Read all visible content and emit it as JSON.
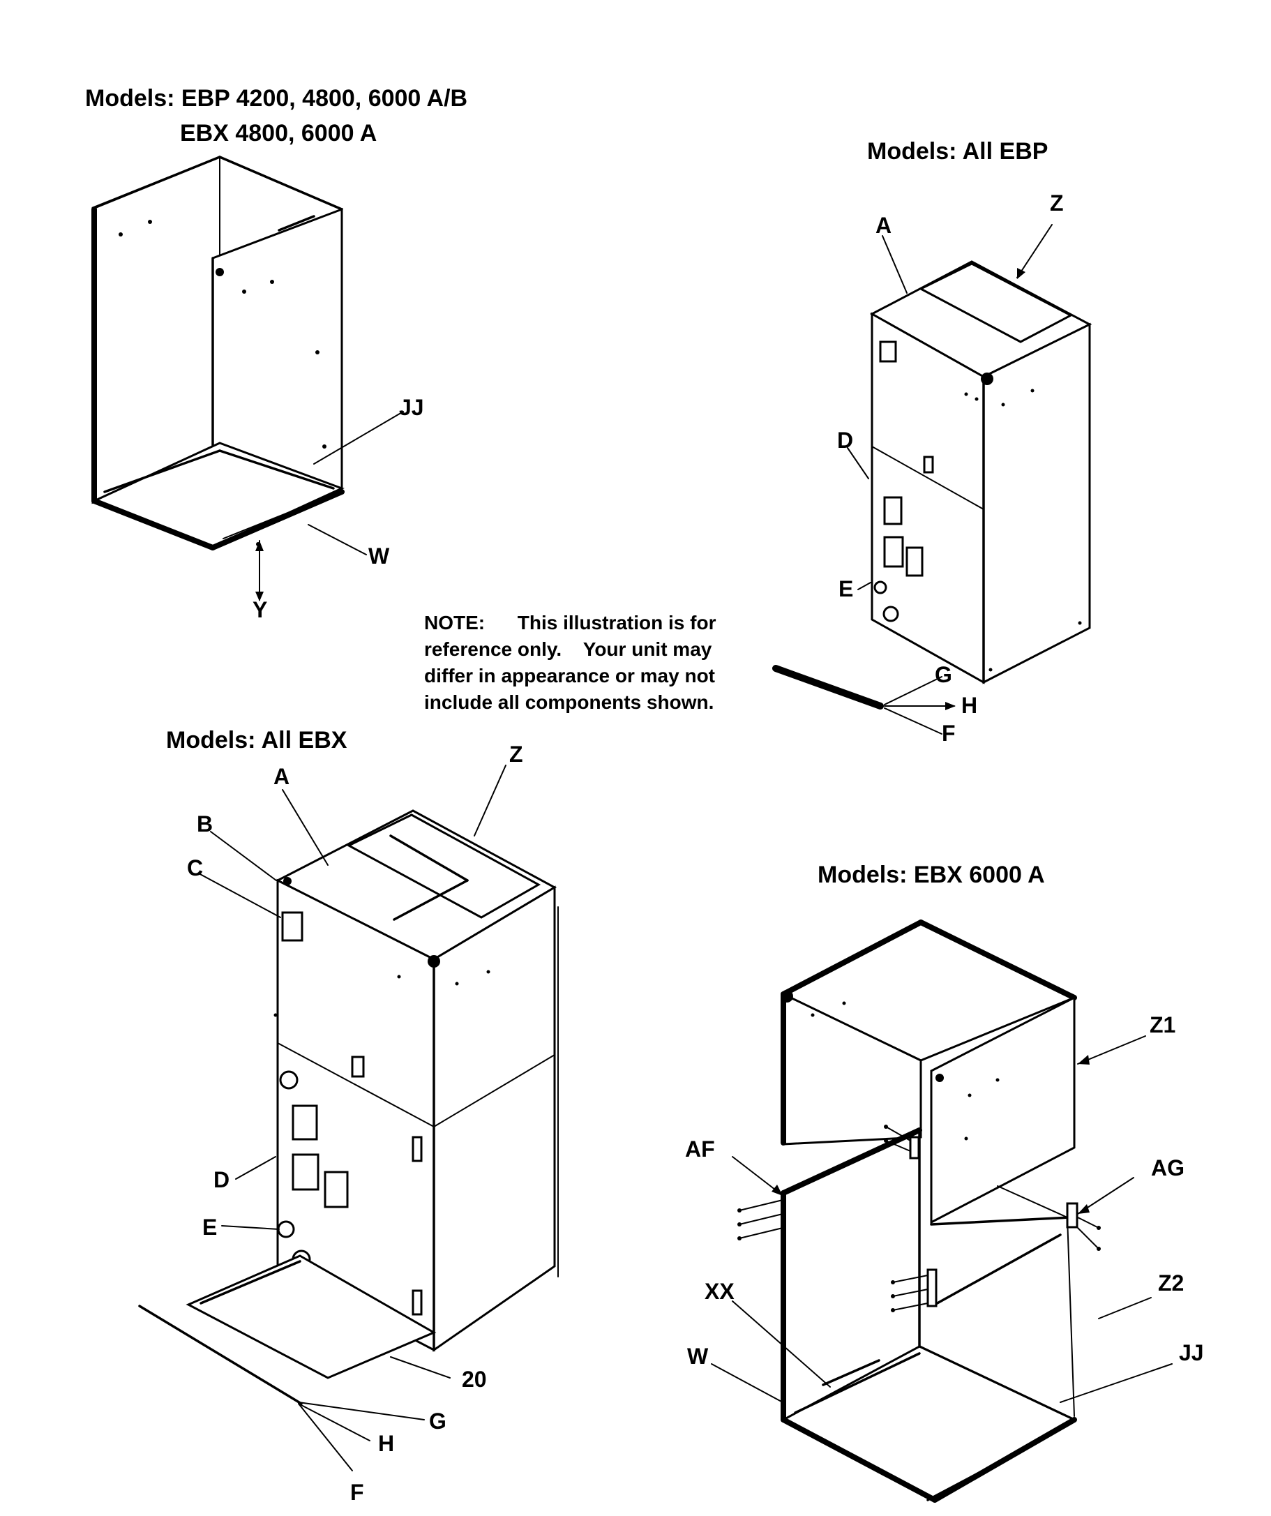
{
  "diagram": {
    "top_left": {
      "title_line1": "Models: EBP 4200, 4800, 6000 A/B",
      "title_line2": "EBX 4800, 6000 A",
      "callouts": {
        "jj": "JJ",
        "w": "W",
        "y": "Y"
      }
    },
    "top_right": {
      "title": "Models: All EBP",
      "callouts": {
        "z": "Z",
        "a": "A",
        "d": "D",
        "e": "E",
        "g": "G",
        "h": "H",
        "f": "F"
      }
    },
    "note": {
      "line1": "NOTE:      This illustration is for",
      "line2": "reference only.    Your unit may",
      "line3": "differ in appearance or may not",
      "line4": "include all components shown."
    },
    "bottom_left": {
      "title": "Models: All EBX",
      "callouts": {
        "z": "Z",
        "a": "A",
        "b": "B",
        "c": "C",
        "d": "D",
        "e": "E",
        "part20": "20",
        "g": "G",
        "h": "H",
        "f": "F"
      }
    },
    "bottom_right": {
      "title": "Models: EBX 6000 A",
      "callouts": {
        "z1": "Z1",
        "af": "AF",
        "ag": "AG",
        "z2": "Z2",
        "xx": "XX",
        "w": "W",
        "jj": "JJ"
      }
    }
  }
}
